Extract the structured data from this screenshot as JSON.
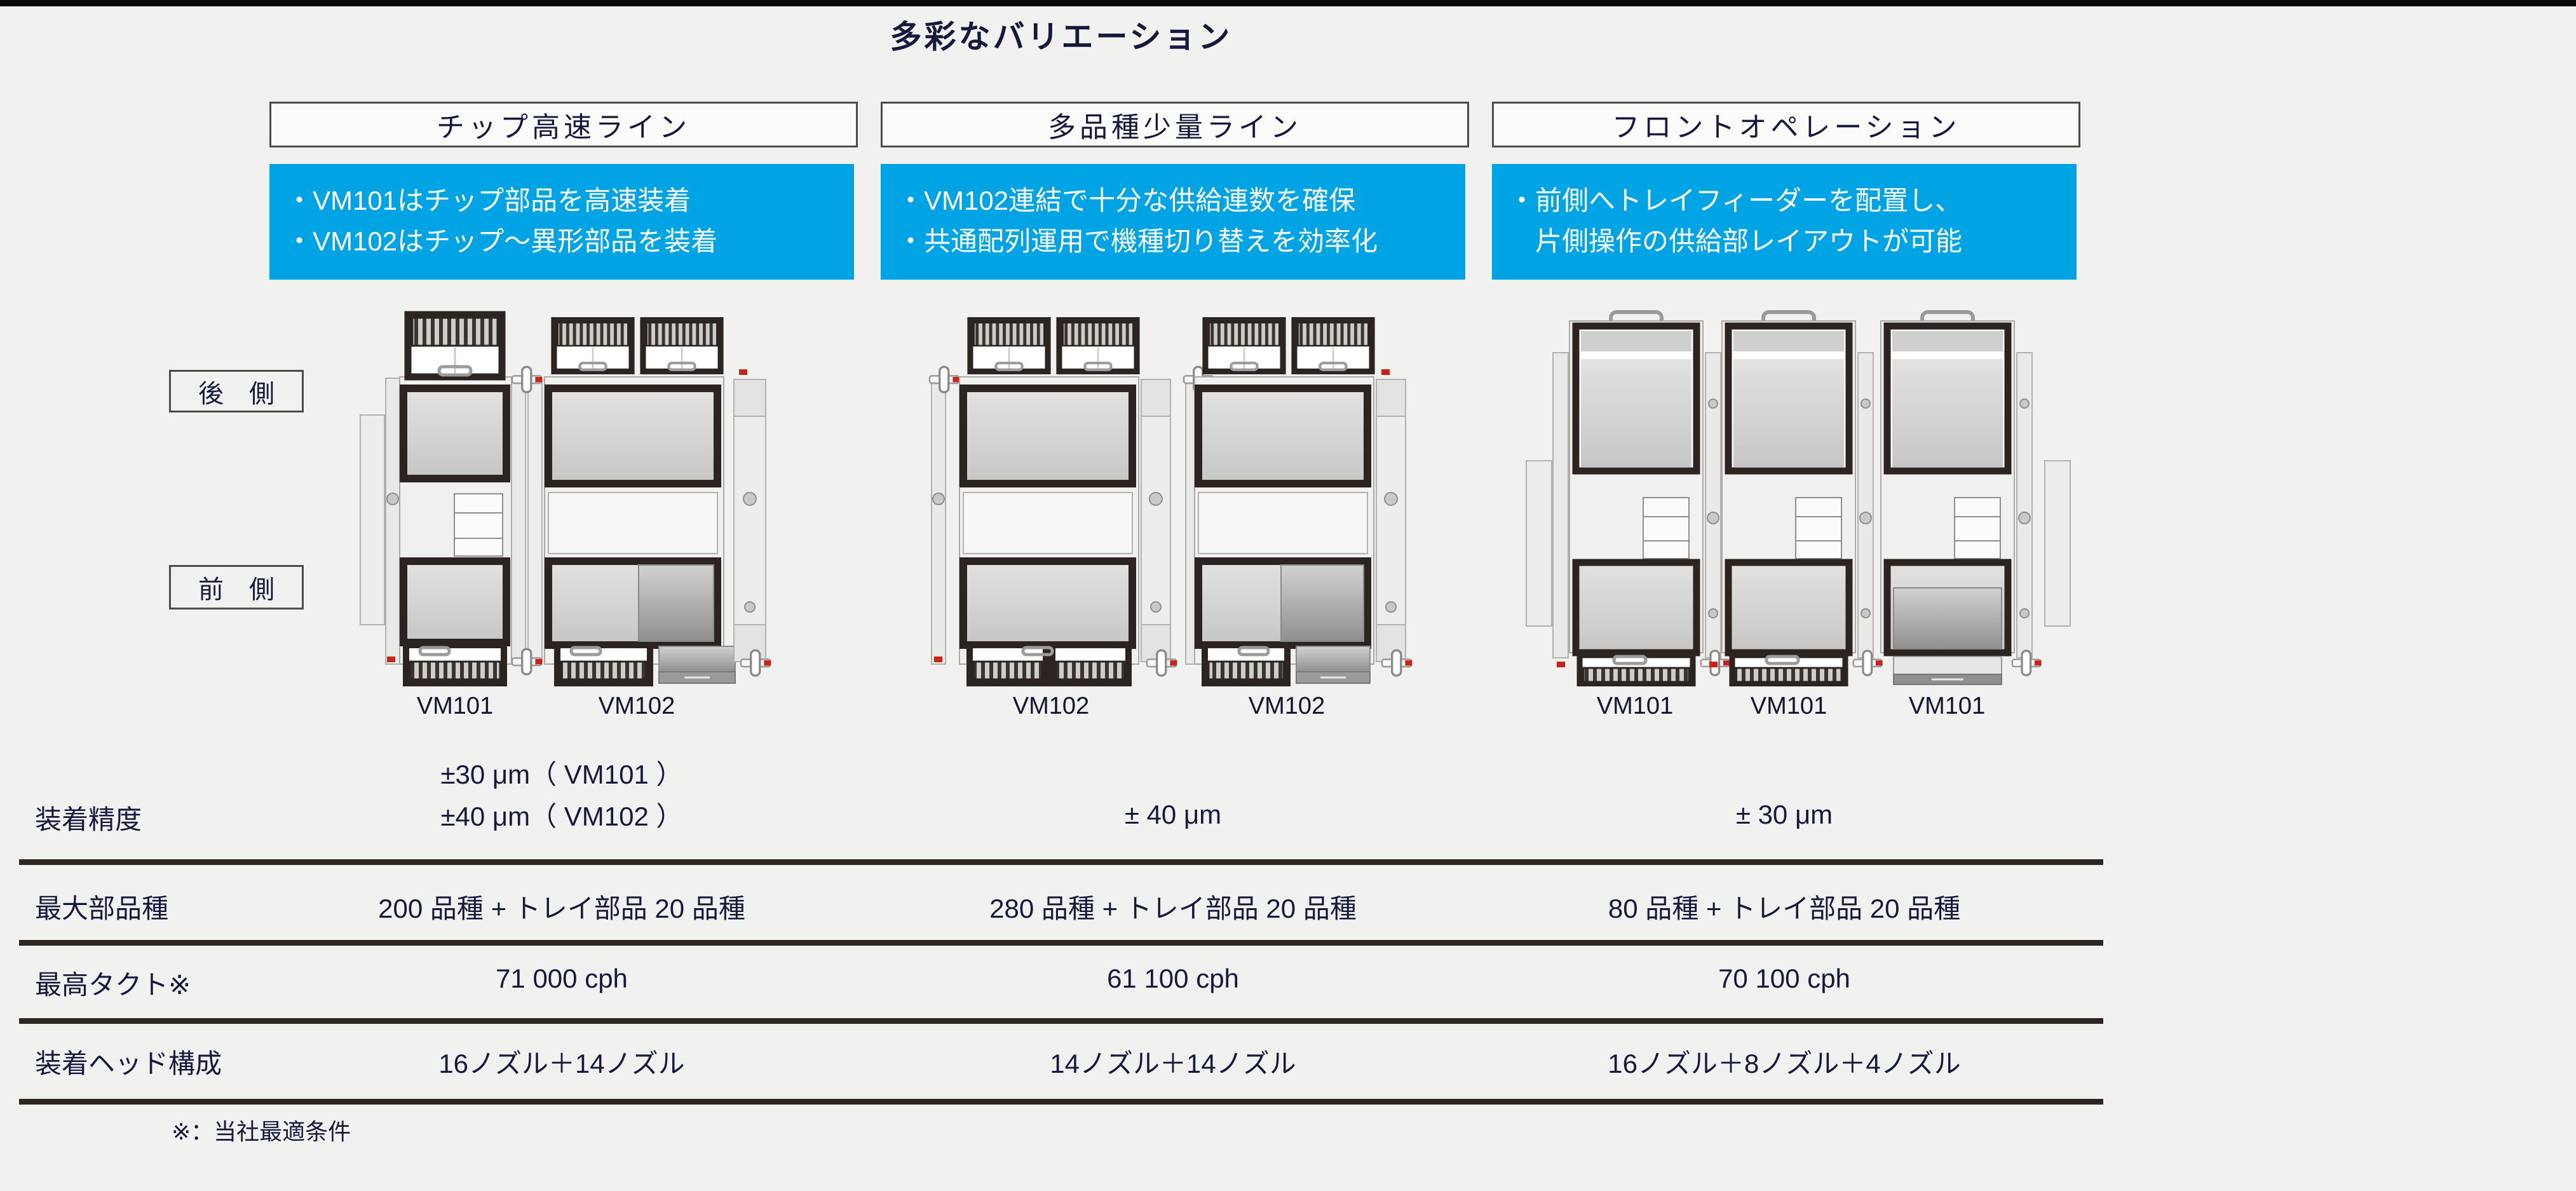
{
  "page": {
    "title": "多彩なバリエーション",
    "footnote": "※：当社最適条件",
    "colors": {
      "background": "#F1F1F0",
      "top_bar": "#0A0A0A",
      "accent_blue": "#00A3E3",
      "navy_text": "#151A3C",
      "table_line": "#2E2620",
      "machine_red_accent": "#C9241B"
    }
  },
  "side_labels": {
    "rear": "後　側",
    "front": "前　側"
  },
  "columns": [
    {
      "header": "チップ高速ライン",
      "bullets": [
        "・VM101はチップ部品を高速装着",
        "・VM102はチップ～異形部品を装着"
      ],
      "machines": [
        "VM101",
        "VM102"
      ]
    },
    {
      "header": "多品種少量ライン",
      "bullets": [
        "・VM102連結で十分な供給連数を確保",
        "・共通配列運用で機種切り替えを効率化"
      ],
      "machines": [
        "VM102",
        "VM102"
      ]
    },
    {
      "header": "フロントオペレーション",
      "bullets": [
        "・前側へトレイフィーダーを配置し、",
        "　片側操作の供給部レイアウトが可能"
      ],
      "machines": [
        "VM101",
        "VM101",
        "VM101"
      ]
    }
  ],
  "table": {
    "rows": [
      {
        "label": "装着精度",
        "cells": [
          {
            "lines": [
              "±30 μm（ VM101 ）",
              "±40 μm（ VM102 ）"
            ]
          },
          {
            "lines": [
              "± 40 μm"
            ]
          },
          {
            "lines": [
              "± 30 μm"
            ]
          }
        ]
      },
      {
        "label": "最大部品種",
        "cells": [
          {
            "lines": [
              "200 品種 + トレイ部品 20 品種"
            ]
          },
          {
            "lines": [
              "280 品種 + トレイ部品 20 品種"
            ]
          },
          {
            "lines": [
              "80 品種 + トレイ部品 20 品種"
            ]
          }
        ]
      },
      {
        "label": "最高タクト※",
        "cells": [
          {
            "lines": [
              "71 000 cph"
            ]
          },
          {
            "lines": [
              "61 100 cph"
            ]
          },
          {
            "lines": [
              "70 100 cph"
            ]
          }
        ]
      },
      {
        "label": "装着ヘッド構成",
        "cells": [
          {
            "lines": [
              "16ノズル＋14ノズル"
            ]
          },
          {
            "lines": [
              "14ノズル＋14ノズル"
            ]
          },
          {
            "lines": [
              "16ノズル＋8ノズル＋4ノズル"
            ]
          }
        ]
      }
    ]
  }
}
